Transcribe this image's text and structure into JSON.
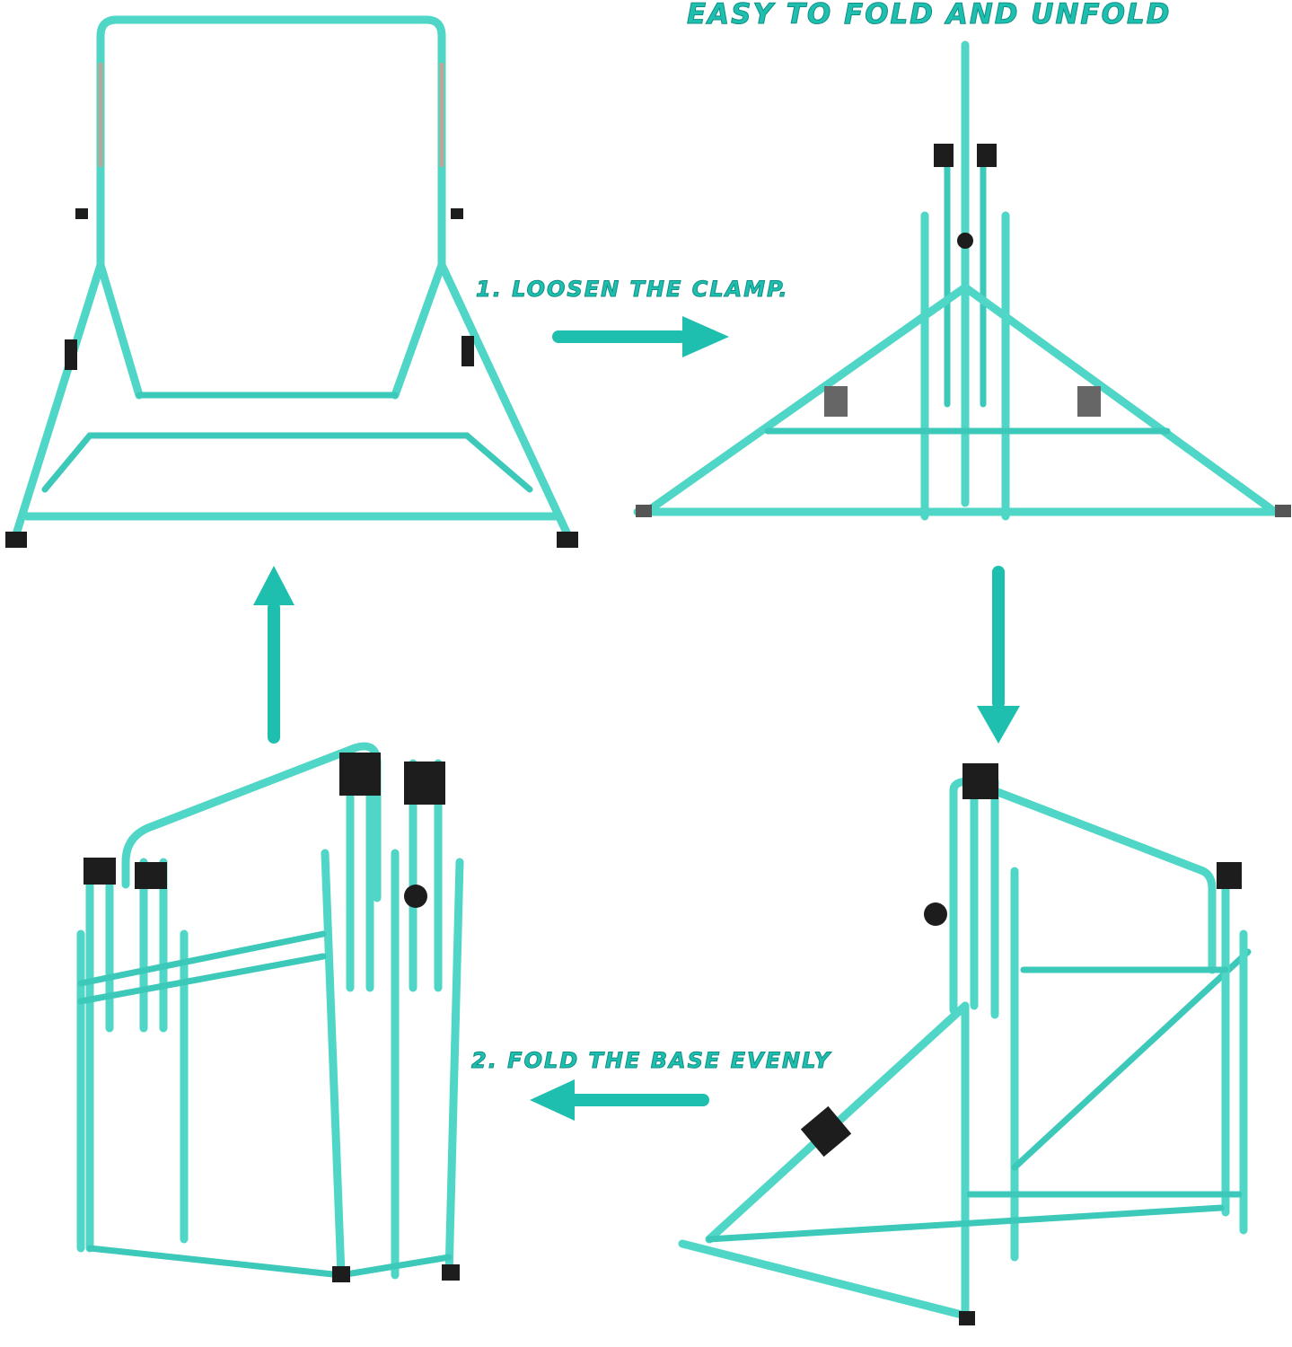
{
  "title": "EASY TO FOLD AND UNFOLD",
  "steps": [
    {
      "label": "1. LOOSEN THE CLAMP."
    },
    {
      "label": "2. FOLD THE BASE EVENLY"
    }
  ],
  "colors": {
    "accent": "#1fbfb0",
    "frame": "#4fd6c6"
  }
}
